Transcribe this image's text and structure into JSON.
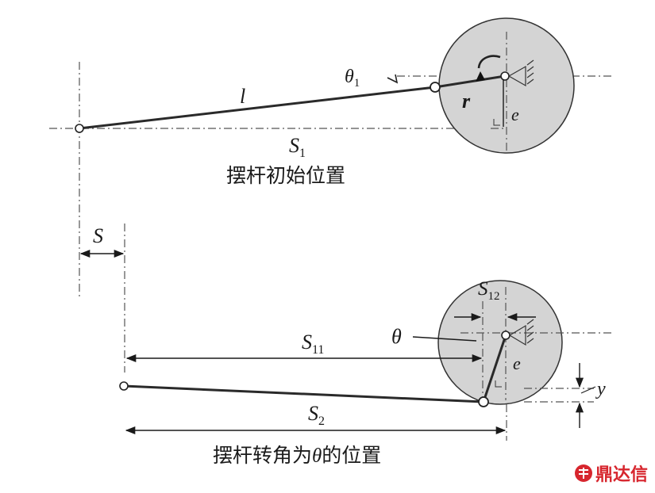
{
  "top": {
    "label_l": "l",
    "label_r": "r",
    "label_e": "e",
    "theta1_main": "θ",
    "theta1_sub": "1",
    "s1_main": "S",
    "s1_sub": "1",
    "caption": "摆杆初始位置"
  },
  "offset": {
    "label_s": "S"
  },
  "bottom": {
    "s11_main": "S",
    "s11_sub": "11",
    "s12_main": "S",
    "s12_sub": "12",
    "s2_main": "S",
    "s2_sub": "2",
    "label_theta": "θ",
    "label_e": "e",
    "label_y": "y",
    "caption_pre": "摆杆转角为",
    "caption_theta": "θ",
    "caption_post": "的位置"
  },
  "watermark": {
    "text": "鼎达信"
  },
  "colors": {
    "disk_fill": "#d4d4d4",
    "brand": "#d7262e"
  }
}
